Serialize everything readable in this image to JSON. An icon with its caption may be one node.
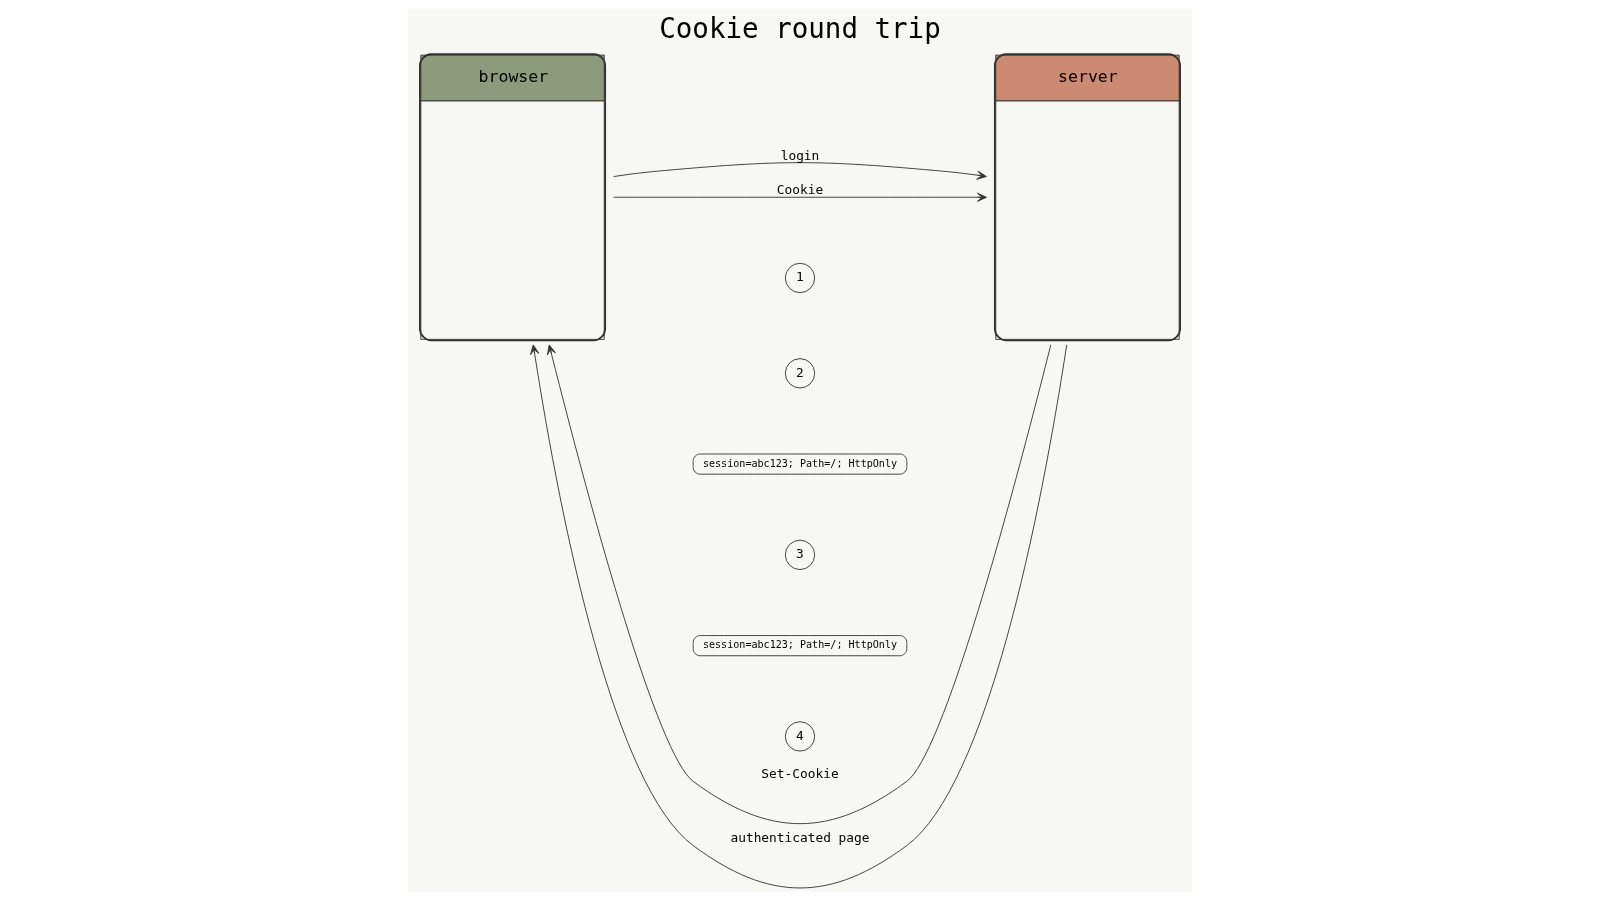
{
  "diagram": {
    "title": "Cookie round trip",
    "nodes": [
      {
        "text": [
          "browser"
        ]
      },
      {
        "text": [
          "server"
        ]
      }
    ],
    "edges": [
      {
        "from": 0,
        "to": 1,
        "arrow": "to",
        "label": "login"
      },
      {
        "from": 1,
        "to": 0,
        "arrow": "to",
        "label": "Set-Cookie"
      },
      {
        "from": 0,
        "to": 1,
        "arrow": "to",
        "label": "Cookie"
      },
      {
        "from": 1,
        "to": 0,
        "arrow": "to",
        "label": "authenticated page"
      }
    ],
    "labels": [
      "1",
      "2",
      "session=abc123; Path=/; HttpOnly",
      "3",
      "session=abc123; Path=/; HttpOnly",
      "4"
    ]
  }
}
